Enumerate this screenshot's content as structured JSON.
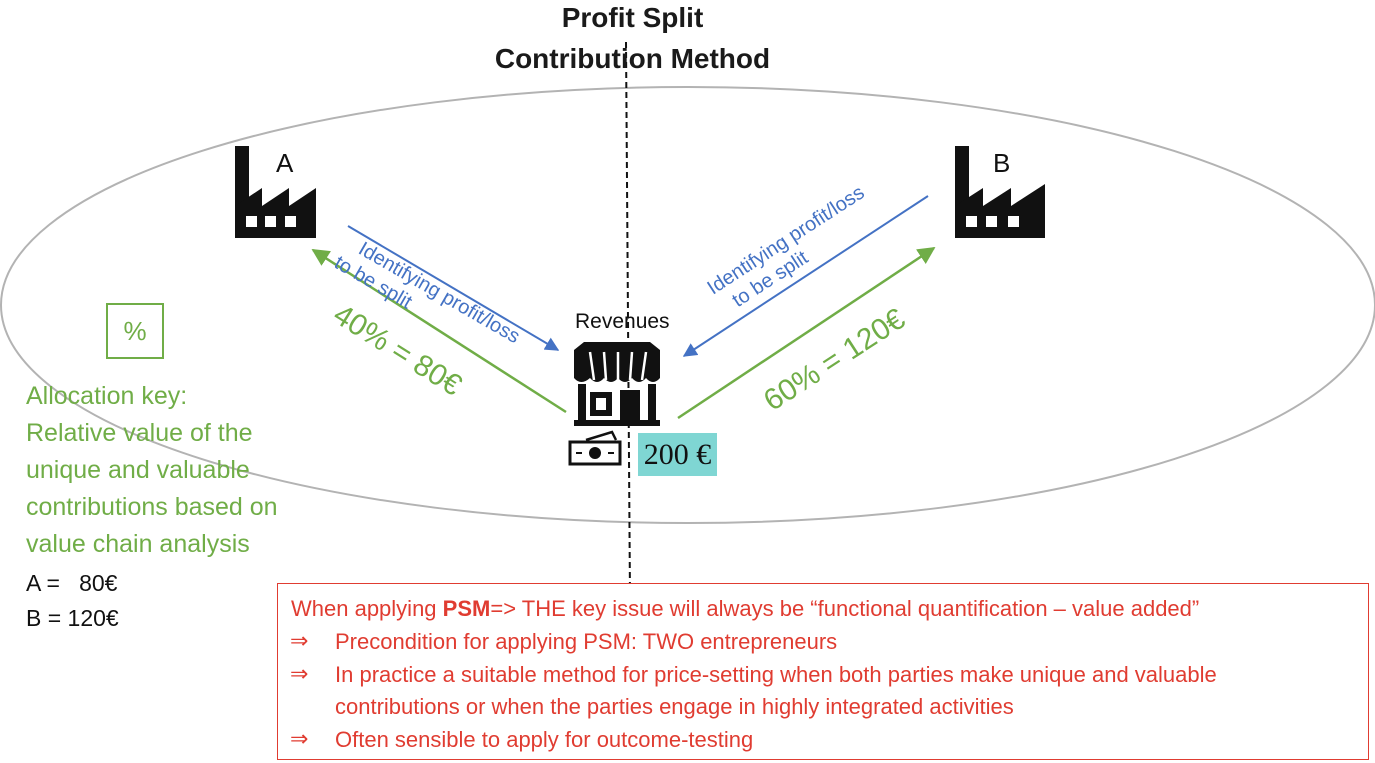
{
  "title": {
    "line1": "Profit Split",
    "line2": "Contribution Method"
  },
  "entities": {
    "a_label": "A",
    "b_label": "B"
  },
  "flows": {
    "left_identify_1": "Identifying  profit/loss",
    "left_identify_2": "to be split",
    "right_identify_1": "Identifying  profit/loss",
    "right_identify_2": "to be split",
    "left_share": "40% = 80€",
    "right_share": "60% = 120€"
  },
  "revenues": {
    "label": "Revenues",
    "amount": "200 €"
  },
  "allocation": {
    "symbol": "%",
    "lines": [
      "Allocation key:",
      "Relative value of the",
      "unique and valuable",
      "contributions based on",
      "value chain analysis"
    ],
    "result_a": "A =   80€",
    "result_b": "B = 120€"
  },
  "notes": {
    "intro_before": "When applying ",
    "intro_bold": "PSM",
    "intro_after": "=> THE key issue will always be “functional quantification – value added”",
    "arrow_symbol": "⇒",
    "bullet1": "Precondition for applying PSM: TWO entrepreneurs",
    "bullet2_line1": "In practice a suitable method for price-setting when both parties make unique and valuable",
    "bullet2_line2": "contributions or when the parties engage in highly integrated activities",
    "bullet3": "Often sensible to apply for outcome-testing"
  },
  "colors": {
    "blue": "#4472c4",
    "green": "#70ad47",
    "red": "#e03c31",
    "teal": "#7fd6d3"
  }
}
